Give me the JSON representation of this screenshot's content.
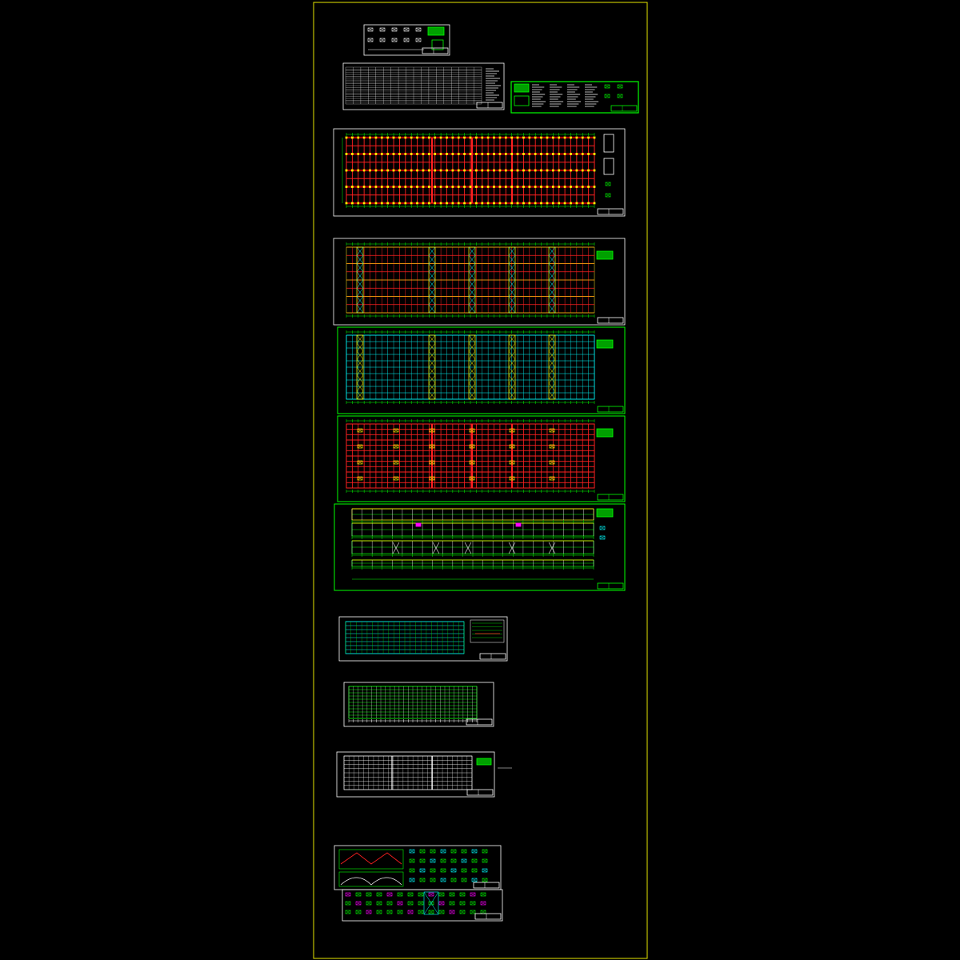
{
  "canvas": {
    "background": "#000000",
    "frame_color": "#e6e600"
  },
  "palette": {
    "white": "#ffffff",
    "green": "#00ff00",
    "red": "#ff2020",
    "yellow": "#ffff00",
    "cyan": "#00ffff",
    "magenta": "#ff00ff",
    "dark_red": "#b00000",
    "green_fill": "#00a000"
  },
  "sheets": [
    {
      "id": "cover-details",
      "kind": "detail-sheet",
      "border": "white"
    },
    {
      "id": "drawing-index-table",
      "kind": "table-sheet",
      "border": "white"
    },
    {
      "id": "design-notes",
      "kind": "notes-sheet",
      "border": "green"
    },
    {
      "id": "foundation-plan",
      "kind": "red-grid-plan",
      "border": "white"
    },
    {
      "id": "column-layout-plan",
      "kind": "bay-plan",
      "border": "white"
    },
    {
      "id": "roof-bracing-plan",
      "kind": "cyan-bay-plan",
      "border": "green"
    },
    {
      "id": "roof-purlin-plan",
      "kind": "red-grid-plan",
      "border": "green"
    },
    {
      "id": "elevations",
      "kind": "elevation-sheet",
      "border": "green"
    },
    {
      "id": "wall-purlin-plan",
      "kind": "cyan-table-plan",
      "border": "white"
    },
    {
      "id": "roof-panel-plan",
      "kind": "white-grid-plan",
      "border": "white"
    },
    {
      "id": "gable-frame-plan",
      "kind": "white-frame-plan",
      "border": "white"
    },
    {
      "id": "node-details-1",
      "kind": "detail-sheet",
      "border": "white"
    },
    {
      "id": "node-details-2",
      "kind": "detail-sheet",
      "border": "white"
    }
  ]
}
